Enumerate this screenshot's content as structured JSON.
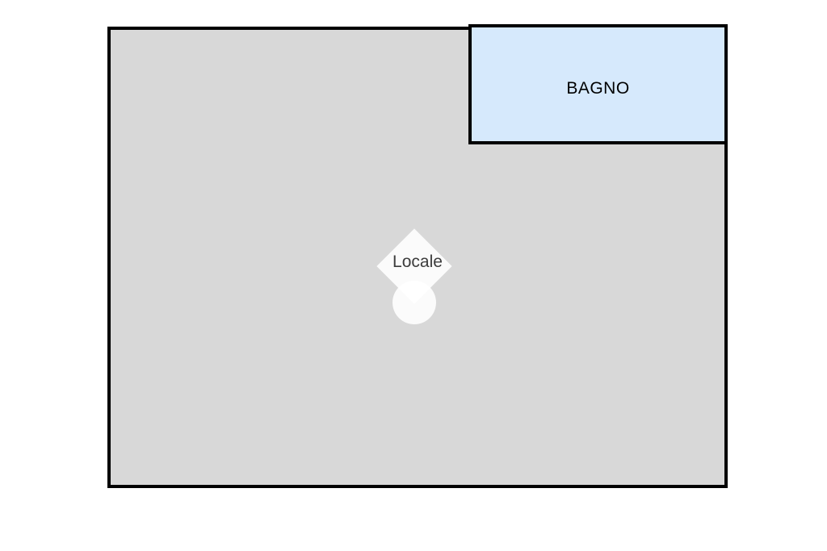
{
  "floorplan": {
    "main_room": {
      "label": "Locale",
      "fill": "#d8d8d8",
      "text_color": "#3c3c3c"
    },
    "bathroom": {
      "label": "BAGNO",
      "fill": "#d6e9fc",
      "text_color": "#000000"
    },
    "border_color": "#000000",
    "watermark": {
      "name": "diamond-pin-watermark",
      "color": "#ffffff"
    }
  }
}
